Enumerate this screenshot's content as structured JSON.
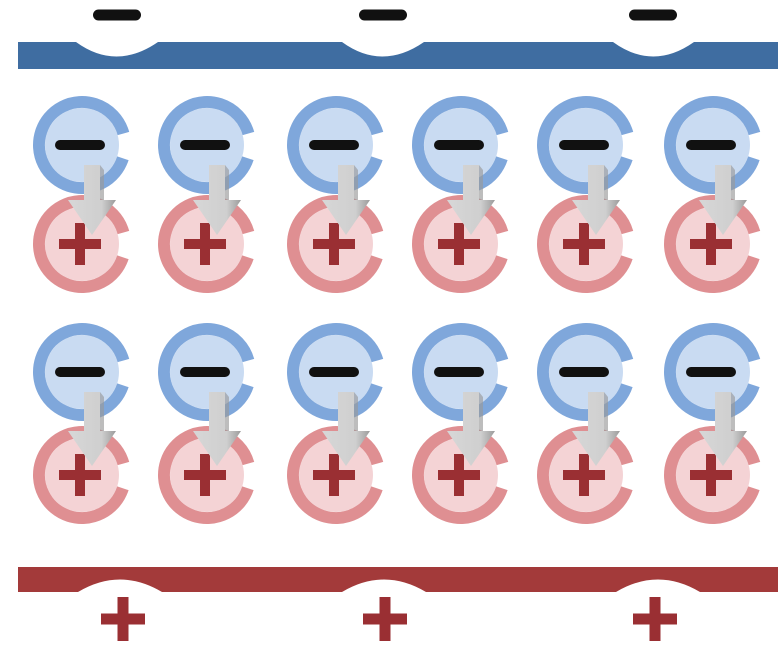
{
  "colors": {
    "background": "#ffffff",
    "negative_plate": "#3f6da1",
    "positive_plate": "#a33a3a",
    "negative_ring": "#7fa7db",
    "negative_fill": "#c9dbf2",
    "positive_ring": "#df8f92",
    "positive_fill": "#f4d3d5",
    "negative_sign": "#111111",
    "positive_sign": "#9a2f33",
    "arrow": "#d6d6d6",
    "arrow_shadow": "#9a9a9a"
  },
  "top_plate": {
    "charge_count": 3,
    "sign": "negative"
  },
  "bottom_plate": {
    "charge_count": 3,
    "sign": "positive"
  },
  "dipoles": {
    "rows": 2,
    "columns": 6,
    "orientation": "negative-above-positive"
  }
}
